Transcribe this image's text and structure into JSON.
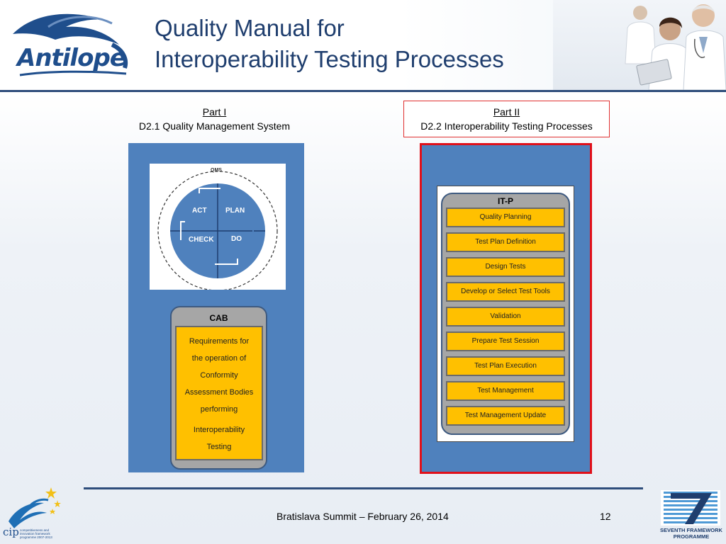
{
  "header": {
    "logo_text": "Antilope",
    "title_line1": "Quality Manual for",
    "title_line2": "Interoperability Testing Processes"
  },
  "part1": {
    "label": "Part I",
    "name": "D2.1 Quality Management System"
  },
  "part2": {
    "label": "Part II",
    "name": "D2.2 Interoperability Testing Processes"
  },
  "qms": {
    "label": "QMS",
    "act": "ACT",
    "plan": "PLAN",
    "check": "CHECK",
    "do": "DO"
  },
  "cab": {
    "title": "CAB",
    "lines": [
      "Requirements for",
      "the operation  of",
      "Conformity",
      "Assessment Bodies",
      "performing",
      "Interoperability",
      "Testing"
    ]
  },
  "itp": {
    "title": "IT-P",
    "steps": [
      "Quality Planning",
      "Test Plan Definition",
      "Design Tests",
      "Develop or Select Test Tools",
      "Validation",
      "Prepare Test Session",
      "Test Plan Execution",
      "Test Management",
      "Test Management Update"
    ]
  },
  "footer": {
    "event": "Bratislava Summit – February 26, 2014",
    "page": "12",
    "fp7_line1": "SEVENTH FRAMEWORK",
    "fp7_line2": "PROGRAMME",
    "cip_text": "cip",
    "cip_sub": "competitiveness and innovation framework programme 2007-2013"
  },
  "colors": {
    "accent_blue": "#4f81bd",
    "dark_blue": "#2e4d7b",
    "yellow": "#ffc000",
    "gray": "#a6a6a6",
    "red": "#e0101a"
  }
}
